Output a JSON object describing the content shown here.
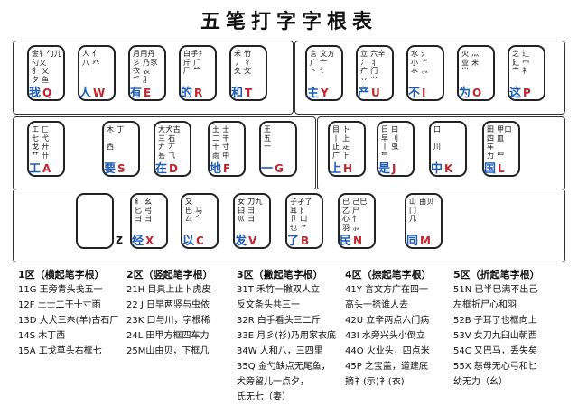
{
  "title": "五笔打字字根表",
  "rows": [
    [
      {
        "roots": "金钅勹儿\n勺乂\n犭 乂\n夕 鱼",
        "word": "我",
        "letter": "Q"
      },
      {
        "roots": "人 亻\n八 癶",
        "word": "人",
        "letter": "W"
      },
      {
        "roots": "月用丹\n彡 乃豕\n衣 𧘇\n爫 ⺼",
        "word": "有",
        "letter": "E"
      },
      {
        "roots": "白手扌\n斤 ⺁\n𠂆 ⺮",
        "word": "的",
        "letter": "R"
      },
      {
        "roots": "禾 竹\n丿 彳\n夂 攵",
        "word": "和",
        "letter": "T"
      },
      {
        "roots": "言 文方\n广 亠\n丶 讠",
        "word": "主",
        "letter": "Y"
      },
      {
        "roots": "立 六辛\n冫 丬\n疒 门\n丷 ⺍",
        "word": "产",
        "letter": "U"
      },
      {
        "roots": "水 氵\n小 ⺌\n氺 ⺗",
        "word": "不",
        "letter": "I"
      },
      {
        "roots": "火 灬\n业 米\n⺌",
        "word": "为",
        "letter": "O"
      },
      {
        "roots": "之 辶\n廴 冖\n宀 礻",
        "word": "这",
        "letter": "P"
      }
    ],
    [
      {
        "roots": "工 匚\n七 弋\n戈 廾\n艹 卄",
        "word": "工",
        "letter": "A"
      },
      {
        "roots": "木 丁\n\n西",
        "word": "要",
        "letter": "S"
      },
      {
        "roots": "大犬古\n三 石\n𠂇 丆\n镸 ⺄",
        "word": "在",
        "letter": "D"
      },
      {
        "roots": "土 士\n二 干\n十 寸\n雨 中",
        "word": "地",
        "letter": "F"
      },
      {
        "roots": "王 \n五 \n一 \n",
        "word": "一",
        "letter": "G"
      },
      {
        "roots": "目 卜\n丨 上\n止 龰\n广 ⺊",
        "word": "上",
        "letter": "H"
      },
      {
        "roots": "日 曰\n早 刂\n丨 虫\n⺜ ",
        "word": "是",
        "letter": "J"
      },
      {
        "roots": "口\n\n川 ",
        "word": "中",
        "letter": "K"
      },
      {
        "roots": "田 甲口\n四 皿\n车 \n力 ⺲",
        "word": "国",
        "letter": "L"
      }
    ],
    [
      {
        "roots": "",
        "word": "",
        "letter": "Z"
      },
      {
        "roots": "纟 幺\n匕 弓\n⺕ 彐",
        "word": "经",
        "letter": "X"
      },
      {
        "roots": "又 \n巴 马\n厶 ⺈",
        "word": "以",
        "letter": "C"
      },
      {
        "roots": "女 刀九\n臼 彐\n巛 ⺕",
        "word": "发",
        "letter": "V"
      },
      {
        "roots": "子孑了\n耳 阝\n卩 凵\n也 ⺈",
        "word": "了",
        "letter": "B"
      },
      {
        "roots": "已 己巳\n乙 尸\n心 忄\n羽 ⺗",
        "word": "民",
        "letter": "N"
      },
      {
        "roots": "山 由贝\n冂 \n几 ",
        "word": "同",
        "letter": "M"
      }
    ]
  ],
  "legend": [
    {
      "header": "1区（横起笔字根）",
      "lines": [
        "11G 王旁青头戋五一",
        "12F 土士二干十寸雨",
        "13D 大犬三𡗗(羊)古石厂",
        "14S 木丁西",
        "15A 工戈草头右框七"
      ]
    },
    {
      "header": "2区（竖起笔字根）",
      "lines": [
        "21H 目具上止卜虎皮",
        "22 J 日早两竖与虫依",
        "23K 口与川，字根稀",
        "24L 田甲方框四车力",
        "25M山由贝，下框几"
      ]
    },
    {
      "header": "3区（撇起笔字根）",
      "lines": [
        "31T  禾竹一撇双人立",
        "     反文条头共三一",
        "32R 白手看头三二斤",
        "33E 月彡(衫)乃用家衣底",
        "34W 人和八，三四里",
        "35Q 金勺缺点无尾鱼，",
        "     犬旁留儿一点夕，",
        "     氏无七（妻）"
      ]
    },
    {
      "header": "4区（捺起笔字根）",
      "lines": [
        "41Y 言文方广在四一",
        "     高头一捺谁人去",
        "42U 立辛两点六门病",
        "43I 水旁兴头小倒立",
        "44O 火业头，四点米",
        "45P 之宝盖，道建底",
        "     摘礻(示)衤(衣)"
      ]
    },
    {
      "header": "5区（折起笔字根）",
      "lines": [
        "51N 已半巳满不出己",
        "     左框折尸心和羽",
        "52B 子耳了也框向上",
        "53V 女刀九臼山朝西",
        "54C 又巴马，丢失矣",
        "55X 慈母无心弓和匕",
        "     幼无力（幺）"
      ]
    }
  ]
}
